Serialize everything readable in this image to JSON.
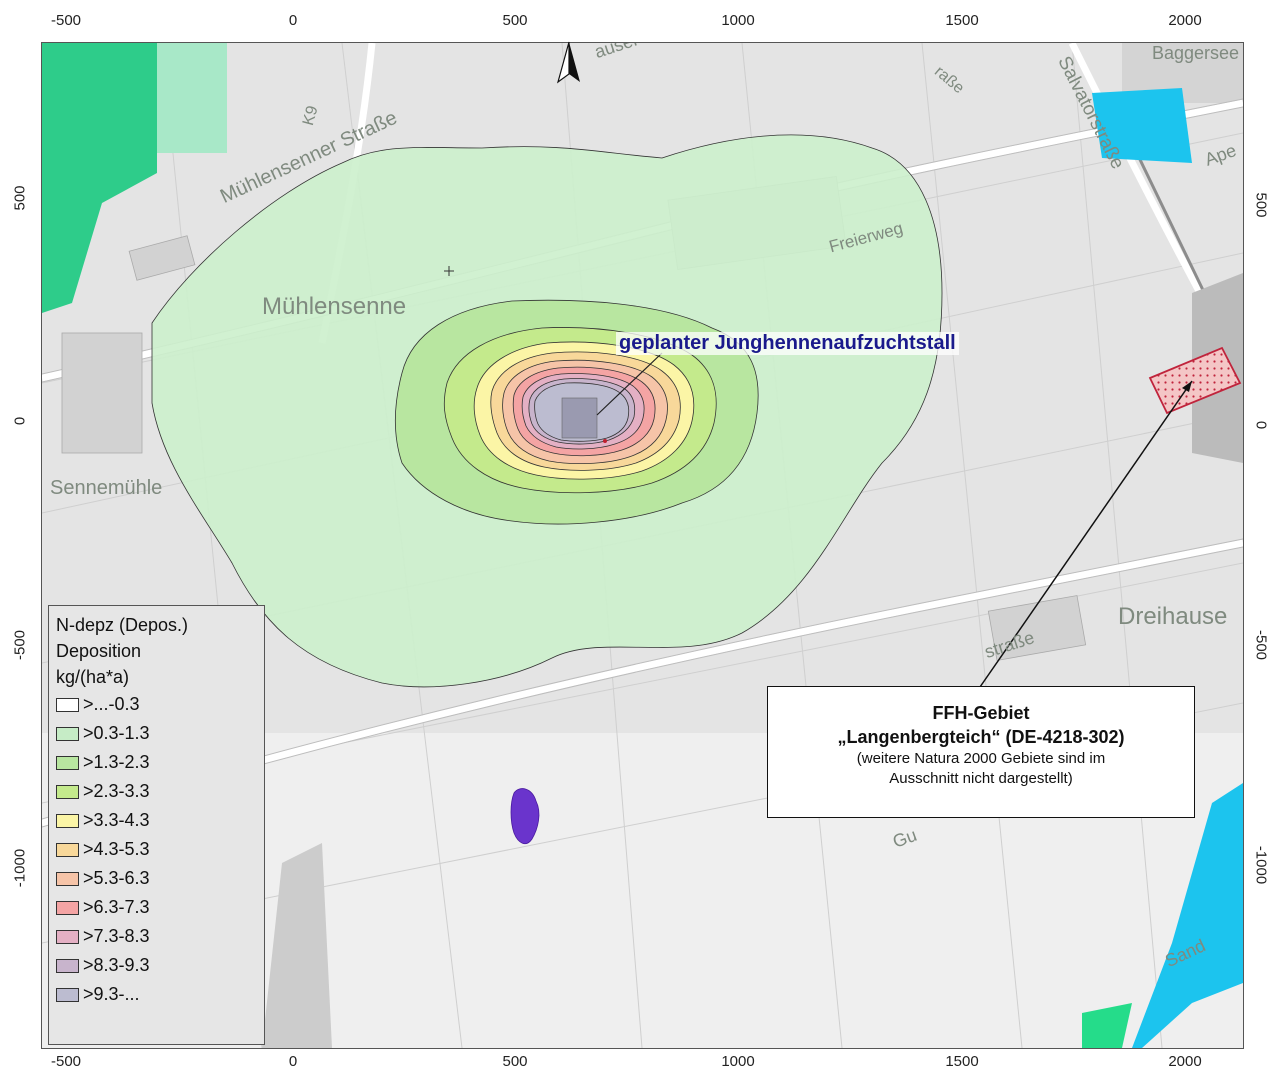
{
  "axes": {
    "x_ticks": [
      "-500",
      "0",
      "500",
      "1000",
      "1500",
      "2000"
    ],
    "y_ticks_left": [
      "500",
      "0",
      "-500",
      "-1000"
    ],
    "y_ticks_right": [
      "500",
      "0",
      "-500",
      "-1000"
    ]
  },
  "map_labels": {
    "muehlensenne": "Mühlensenne",
    "sennemuehle": "Sennemühle",
    "dreihausen": "Dreihause",
    "muehlensenner_strasse": "Mühlensenner Straße",
    "salvatorstrasse": "Salvatorstraße",
    "freierweg": "Freierweg",
    "baggersee": "Baggersee A",
    "ape": "Ape",
    "gu": "Gu",
    "sand": "Sand",
    "strasse_lower": "straße",
    "ausel": "ausel",
    "strasse_top": "raße",
    "k9": "K9"
  },
  "annotations": {
    "stall_label": "geplanter Junghennenaufzuchtstall",
    "ffh_title_1": "FFH-Gebiet",
    "ffh_title_2": "„Langenbergteich“ (DE-4218-302)",
    "ffh_note_1": "(weitere Natura 2000 Gebiete sind im",
    "ffh_note_2": "Ausschnitt nicht dargestellt)"
  },
  "legend": {
    "title_1": "N-depz (Depos.)",
    "title_2": "Deposition",
    "unit": "kg/(ha*a)",
    "items": [
      {
        "label": ">...-0.3",
        "color": "#ffffff"
      },
      {
        "label": ">0.3-1.3",
        "color": "#c6ecc6"
      },
      {
        "label": ">1.3-2.3",
        "color": "#b8e6a0"
      },
      {
        "label": ">2.3-3.3",
        "color": "#c4ea8c"
      },
      {
        "label": ">3.3-4.3",
        "color": "#fbf5a6"
      },
      {
        "label": ">4.3-5.3",
        "color": "#f8d89a"
      },
      {
        "label": ">5.3-6.3",
        "color": "#f6c4a8"
      },
      {
        "label": ">6.3-7.3",
        "color": "#f4a4a4"
      },
      {
        "label": ">7.3-8.3",
        "color": "#e4b0c4"
      },
      {
        "label": ">8.3-9.3",
        "color": "#c8b4cc"
      },
      {
        "label": ">9.3-...",
        "color": "#bcbcd0"
      }
    ]
  }
}
